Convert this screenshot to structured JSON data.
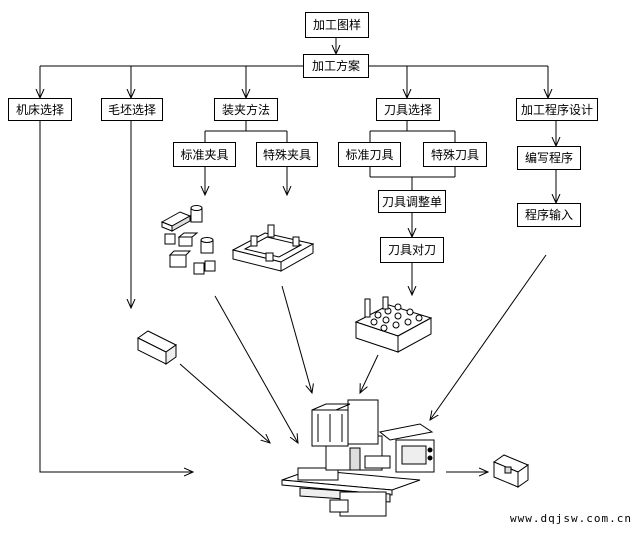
{
  "nodes": {
    "drawing": "加工图样",
    "plan": "加工方案",
    "machine_select": "机床选择",
    "blank_select": "毛坯选择",
    "clamping_method": "装夹方法",
    "tool_select": "刀具选择",
    "program_design": "加工程序设计",
    "std_fixture": "标准夹具",
    "special_fixture": "特殊夹具",
    "std_tool": "标准刀具",
    "special_tool": "特殊刀具",
    "tool_sheet": "刀具调整单",
    "tool_setting": "刀具对刀",
    "write_program": "编写程序",
    "program_input": "程序输入"
  },
  "watermark": "www.dqjsw.com.cn",
  "line_color": "#000000"
}
